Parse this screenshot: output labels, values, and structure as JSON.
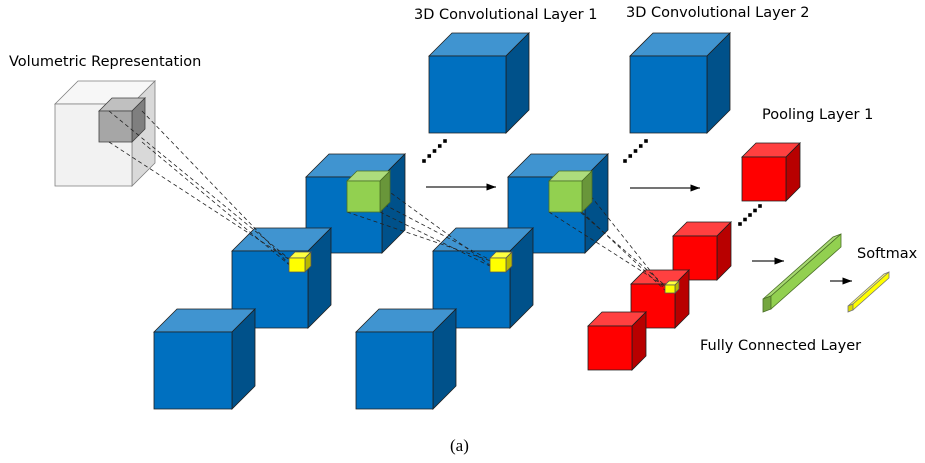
{
  "labels": {
    "volumetric": "Volumetric Representation",
    "conv1": "3D Convolutional Layer 1",
    "conv2": "3D Convolutional Layer 2",
    "pool1": "Pooling Layer 1",
    "softmax": "Softmax",
    "fc": "Fully Connected Layer",
    "caption": "(a)"
  },
  "colors": {
    "blue": "#0070C0",
    "red": "#FF0000",
    "green": "#92D050",
    "yellow": "#FFFF00",
    "gray": "#F2F2F2",
    "darkgray": "#A6A6A6"
  }
}
